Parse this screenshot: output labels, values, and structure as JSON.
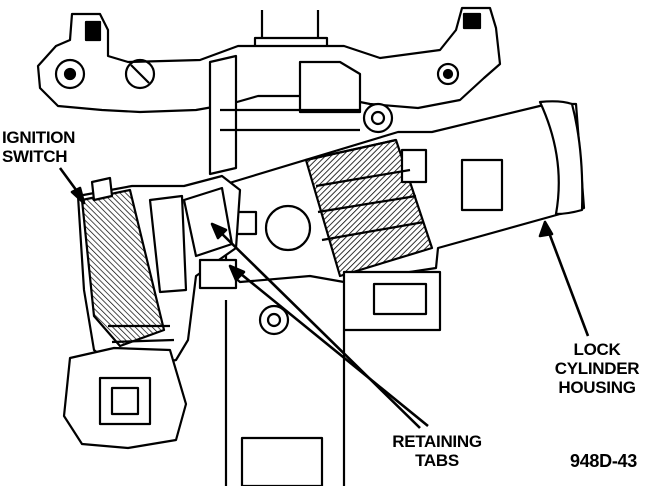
{
  "labels": {
    "ignition_switch": [
      "IGNITION",
      "SWITCH"
    ],
    "lock_cylinder_housing": [
      "LOCK",
      "CYLINDER",
      "HOUSING"
    ],
    "retaining_tabs": [
      "RETAINING",
      "TABS"
    ],
    "figure_code": "948D-43"
  },
  "colors": {
    "ink": "#000000",
    "paper": "#ffffff"
  }
}
